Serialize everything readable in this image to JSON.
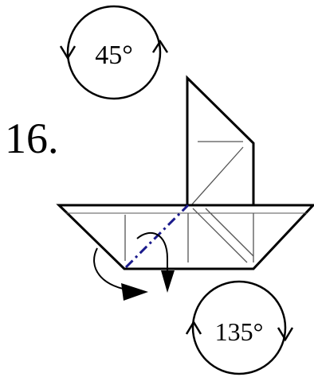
{
  "step_number": "16.",
  "rotation_top": "45°",
  "rotation_bottom": "135°",
  "colors": {
    "ink": "#000000",
    "crease": "#555555",
    "mountain_fold": "#1a1a8c",
    "background": "#ffffff"
  },
  "icons": {
    "rotate_top": "rotate-clockwise-icon",
    "rotate_bottom": "rotate-counterclockwise-icon",
    "fold_arrow": "fold-over-arrow-icon",
    "push_arrow": "push-down-arrow-icon"
  }
}
